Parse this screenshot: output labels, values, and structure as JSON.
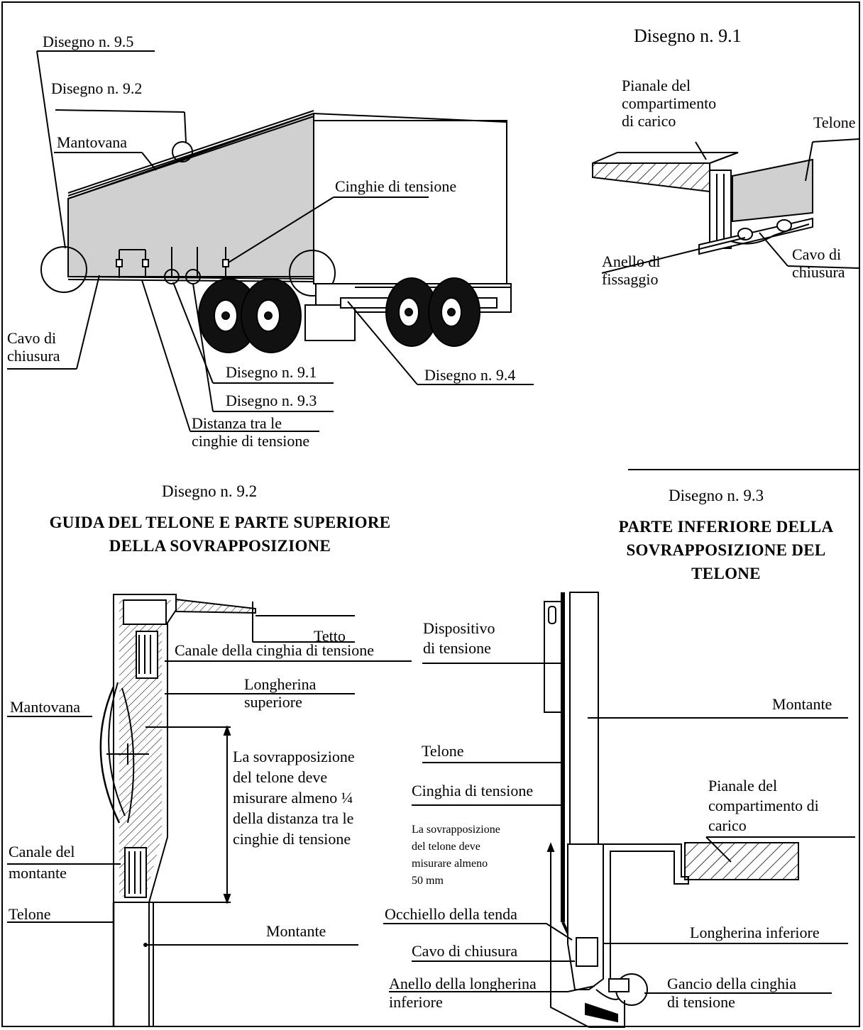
{
  "overview": {
    "labels": {
      "disegno_95": "Disegno n. 9.5",
      "disegno_92": "Disegno n. 9.2",
      "mantovana": "Mantovana",
      "cinghie_tensione": "Cinghie di tensione",
      "cavo_chiusura": "Cavo di\nchiusura",
      "disegno_91": "Disegno n. 9.1",
      "disegno_93": "Disegno n. 9.3",
      "disegno_94": "Disegno n. 9.4",
      "distanza": "Distanza tra le\ncinghie di tensione"
    }
  },
  "d91": {
    "heading": "Disegno n. 9.1",
    "labels": {
      "pianale": "Pianale del\ncompartimento\ndi carico",
      "telone": "Telone",
      "anello": "Anello di\nfissaggio",
      "cavo": "Cavo di\nchiusura"
    }
  },
  "d92": {
    "heading": "Disegno n. 9.2",
    "title": "GUIDA DEL TELONE E PARTE SUPERIORE\nDELLA SOVRAPPOSIZIONE",
    "labels": {
      "tetto": "Tetto",
      "canale_cinghia": "Canale della cinghia di tensione",
      "longherina": "Longherina\nsuperiore",
      "mantovana": "Mantovana",
      "sovrapposizione": "La sovrapposizione\ndel telone deve\nmisurare almeno ¼\ndella distanza tra le\ncinghie di tensione",
      "canale_montante": "Canale del\nmontante",
      "telone": "Telone",
      "montante": "Montante"
    }
  },
  "d93": {
    "heading": "Disegno n. 9.3",
    "title": "PARTE INFERIORE DELLA\nSOVRAPPOSIZIONE DEL\nTELONE",
    "labels": {
      "dispositivo": "Dispositivo\ndi tensione",
      "montante": "Montante",
      "telone": "Telone",
      "cinghia": "Cinghia di tensione",
      "pianale": "Pianale del\ncompartimento di\ncarico",
      "sovrapposizione": "La sovrapposizione\ndel telone deve\nmisurare almeno\n50 mm",
      "occhiello": "Occhiello della tenda",
      "longherina": "Longherina inferiore",
      "cavo": "Cavo di chiusura",
      "anello": "Anello della longherina\ninferiore",
      "gancio": "Gancio della cinghia\ndi tensione"
    }
  },
  "colors": {
    "ink": "#000000",
    "tarp": "#d0d0d0",
    "tarp_light": "#e2e2e2",
    "background": "#ffffff"
  }
}
